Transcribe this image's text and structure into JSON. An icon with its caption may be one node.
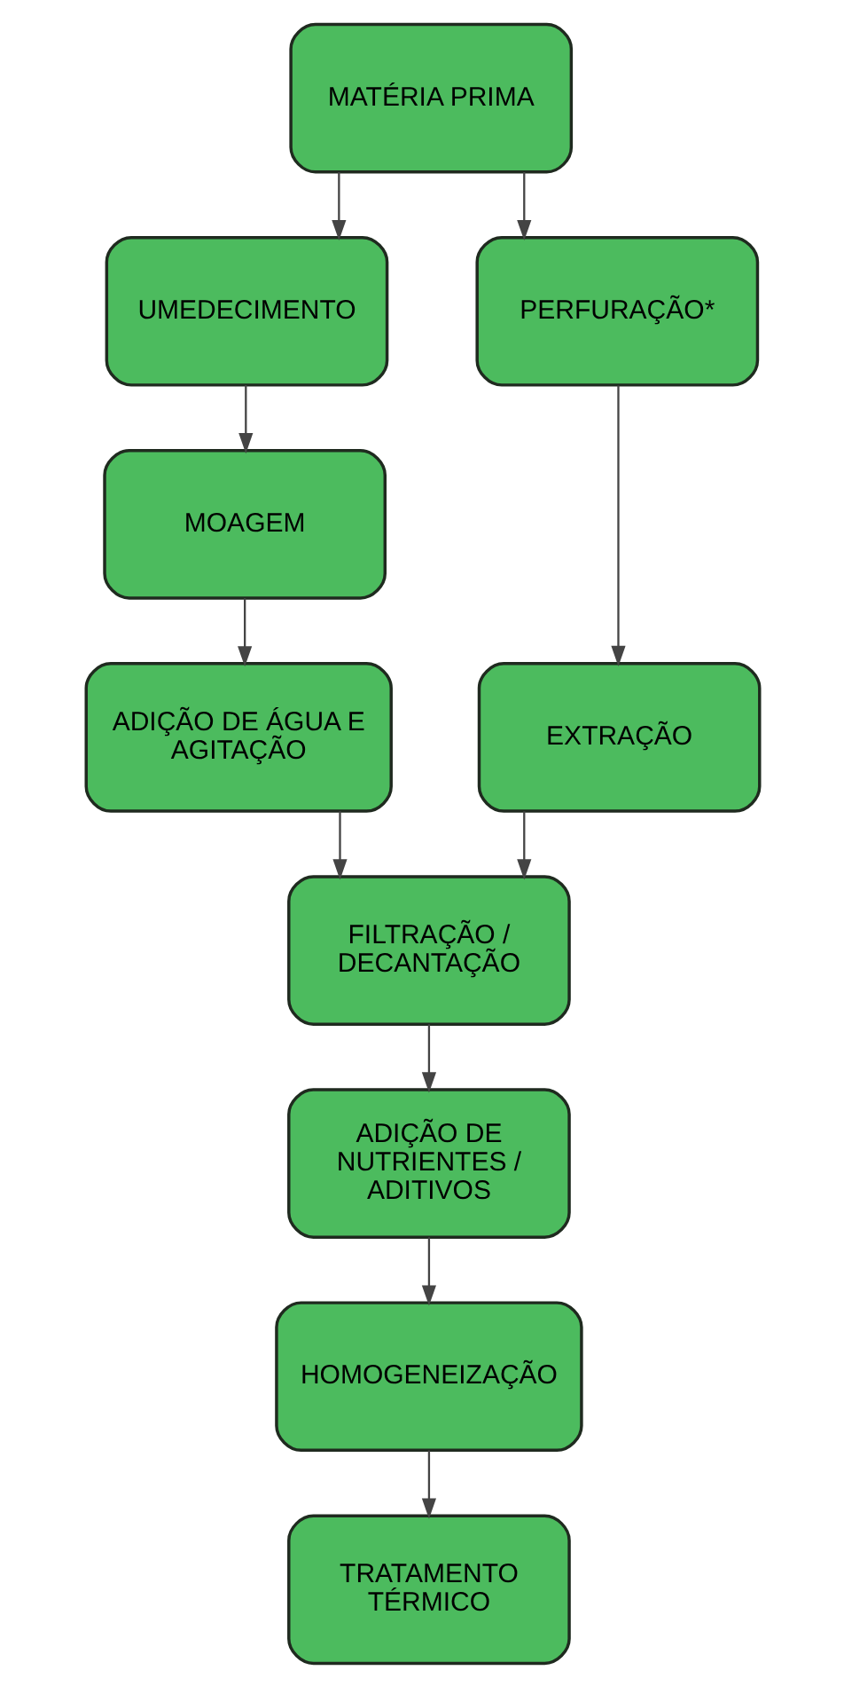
{
  "diagram": {
    "nodes": [
      {
        "text": [
          "MATÉRIA PRIMA"
        ]
      },
      {
        "text": [
          "UMEDECIMENTO"
        ]
      },
      {
        "text": [
          "MOAGEM"
        ]
      },
      {
        "text": [
          "ADIÇÃO DE ÁGUA E AGITAÇÃO"
        ]
      },
      {
        "text": [
          "PERFURAÇÃO*"
        ]
      },
      {
        "text": [
          "EXTRAÇÃO"
        ]
      },
      {
        "text": [
          "FILTRAÇÃO / DECANTAÇÃO"
        ]
      },
      {
        "text": [
          "ADIÇÃO DE NUTRIENTES / ADITIVOS"
        ]
      },
      {
        "text": [
          "HOMOGENEIZAÇÃO"
        ]
      },
      {
        "text": [
          "TRATAMENTO TÉRMICO"
        ]
      }
    ],
    "edges": [
      {
        "from": 0,
        "to": 1,
        "arrow": "to"
      },
      {
        "from": 0,
        "to": 4,
        "arrow": "to"
      },
      {
        "from": 1,
        "to": 2,
        "arrow": "to"
      },
      {
        "from": 2,
        "to": 3,
        "arrow": "to"
      },
      {
        "from": 4,
        "to": 5,
        "arrow": "to"
      },
      {
        "from": 3,
        "to": 6,
        "arrow": "to"
      },
      {
        "from": 5,
        "to": 6,
        "arrow": "to"
      },
      {
        "from": 6,
        "to": 7,
        "arrow": "to"
      },
      {
        "from": 7,
        "to": 8,
        "arrow": "to"
      },
      {
        "from": 8,
        "to": 9,
        "arrow": "to"
      }
    ]
  }
}
